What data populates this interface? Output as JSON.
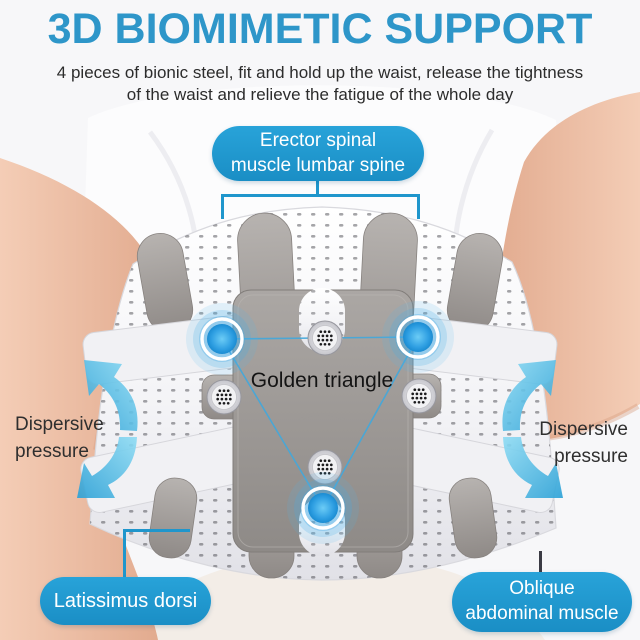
{
  "header": {
    "title": "3D BIOMIMETIC SUPPORT",
    "subtitle_line1": "4 pieces of bionic steel, fit and hold up the waist, release the tightness",
    "subtitle_line2": "of the waist and relieve the fatigue of the whole day"
  },
  "callouts": {
    "erector_spinal": {
      "line1": "Erector spinal",
      "line2": "muscle lumbar spine"
    },
    "golden_triangle": {
      "label": "Golden triangle"
    },
    "dispersive_left": {
      "line1": "Dispersive",
      "line2": "pressure"
    },
    "dispersive_right": {
      "line1": "Dispersive",
      "line2": "pressure"
    },
    "latissimus": {
      "label": "Latissimus dorsi"
    },
    "oblique": {
      "line1": "Oblique",
      "line2": "abdominal muscle"
    }
  },
  "icons": {
    "vent": "perforated-vent-icon",
    "glow_point": "support-point-glow-icon",
    "arrow": "dispersive-arrow-icon"
  },
  "colors": {
    "title_blue": "#2e96c9",
    "pill_blue": "#1f9ad0",
    "connector_blue": "#1f96cc",
    "connector_dark": "#3b3b44",
    "arrow_blue": "#49b9e2",
    "glow_blue": "#2f9fe2",
    "text_dark": "#2f2f2f"
  }
}
